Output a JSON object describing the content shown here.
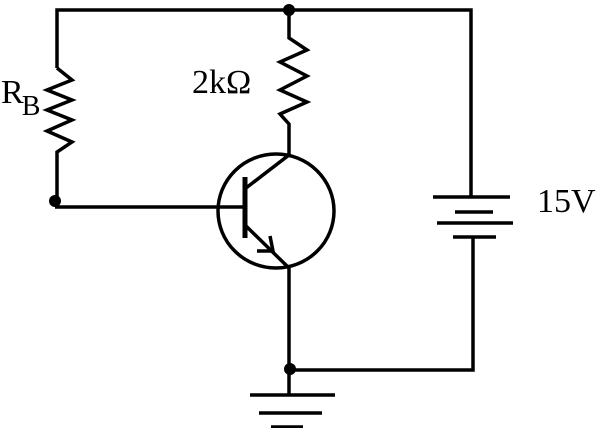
{
  "labels": {
    "base_resistor": "R",
    "base_resistor_sub": "B",
    "collector_resistor": "2kΩ",
    "supply_voltage": "15V"
  },
  "colors": {
    "line": "#000000",
    "background": "#ffffff"
  }
}
